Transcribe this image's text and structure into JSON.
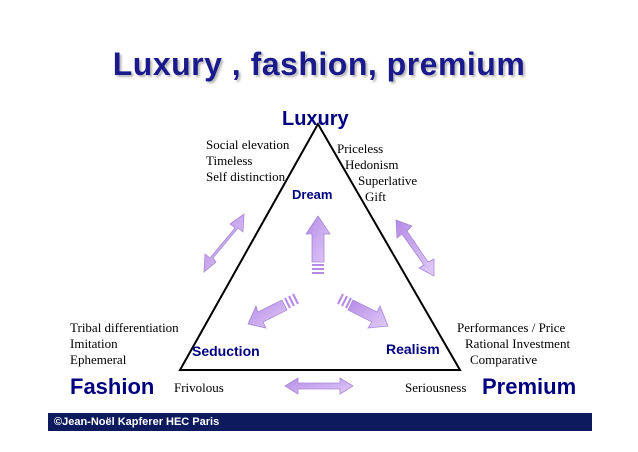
{
  "title": "Luxury , fashion, premium",
  "apex": {
    "luxury": "Luxury",
    "fashion": "Fashion",
    "premium": "Premium"
  },
  "inner": {
    "dream": "Dream",
    "seduction": "Seduction",
    "realism": "Realism"
  },
  "luxury_left": [
    "Social elevation",
    "Timeless",
    "Self distinction"
  ],
  "luxury_right": [
    "Priceless",
    "Hedonism",
    "Superlative",
    "Gift"
  ],
  "fashion_traits": [
    "Tribal differentiation",
    "Imitation",
    "Ephemeral"
  ],
  "fashion_extra": "Frivolous",
  "premium_traits": [
    "Performances / Price",
    "Rational Investment",
    "Comparative"
  ],
  "premium_extra": "Seriousness",
  "footer": "©Jean-Noël Kapferer HEC Paris",
  "colors": {
    "title": "#1a1a8c",
    "arrow": "#c9a7f0",
    "footer_bg": "#0d1b5e"
  }
}
